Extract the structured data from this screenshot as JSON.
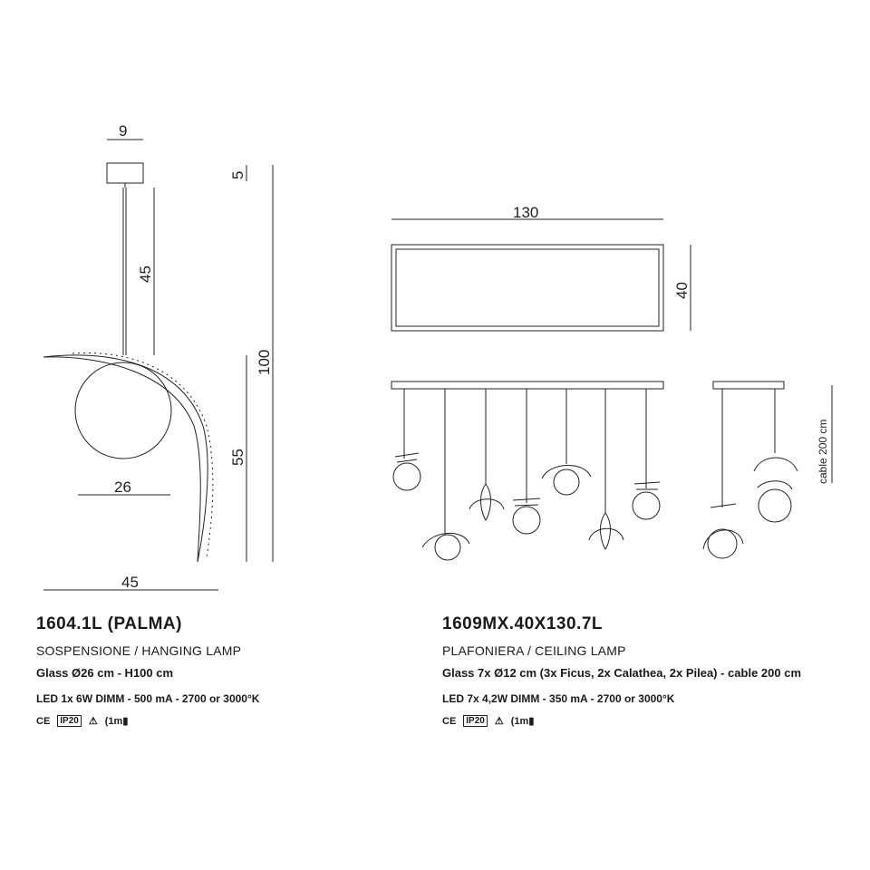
{
  "left": {
    "dims": {
      "top": "9",
      "cap": "5",
      "cable": "45",
      "total": "100",
      "lower": "55",
      "glass": "26",
      "width": "45"
    },
    "code": "1604.1L (PALMA)",
    "type": "SOSPENSIONE / HANGING LAMP",
    "glass": "Glass Ø26 cm - H100 cm",
    "led": "LED 1x 6W DIMM - 500 mA - 2700 or 3000°K",
    "ce": "CE",
    "ip": "IP20",
    "warn": "⚠",
    "dist": "1m"
  },
  "right": {
    "dims": {
      "length": "130",
      "depth": "40",
      "cable": "cable 200 cm"
    },
    "code": "1609MX.40X130.7L",
    "type": "PLAFONIERA / CEILING LAMP",
    "glass": "Glass 7x Ø12 cm (3x Ficus, 2x Calathea, 2x Pilea) - cable 200 cm",
    "led": "LED 7x 4,2W DIMM - 350 mA - 2700 or 3000°K",
    "ce": "CE",
    "ip": "IP20",
    "warn": "⚠",
    "dist": "1m"
  }
}
